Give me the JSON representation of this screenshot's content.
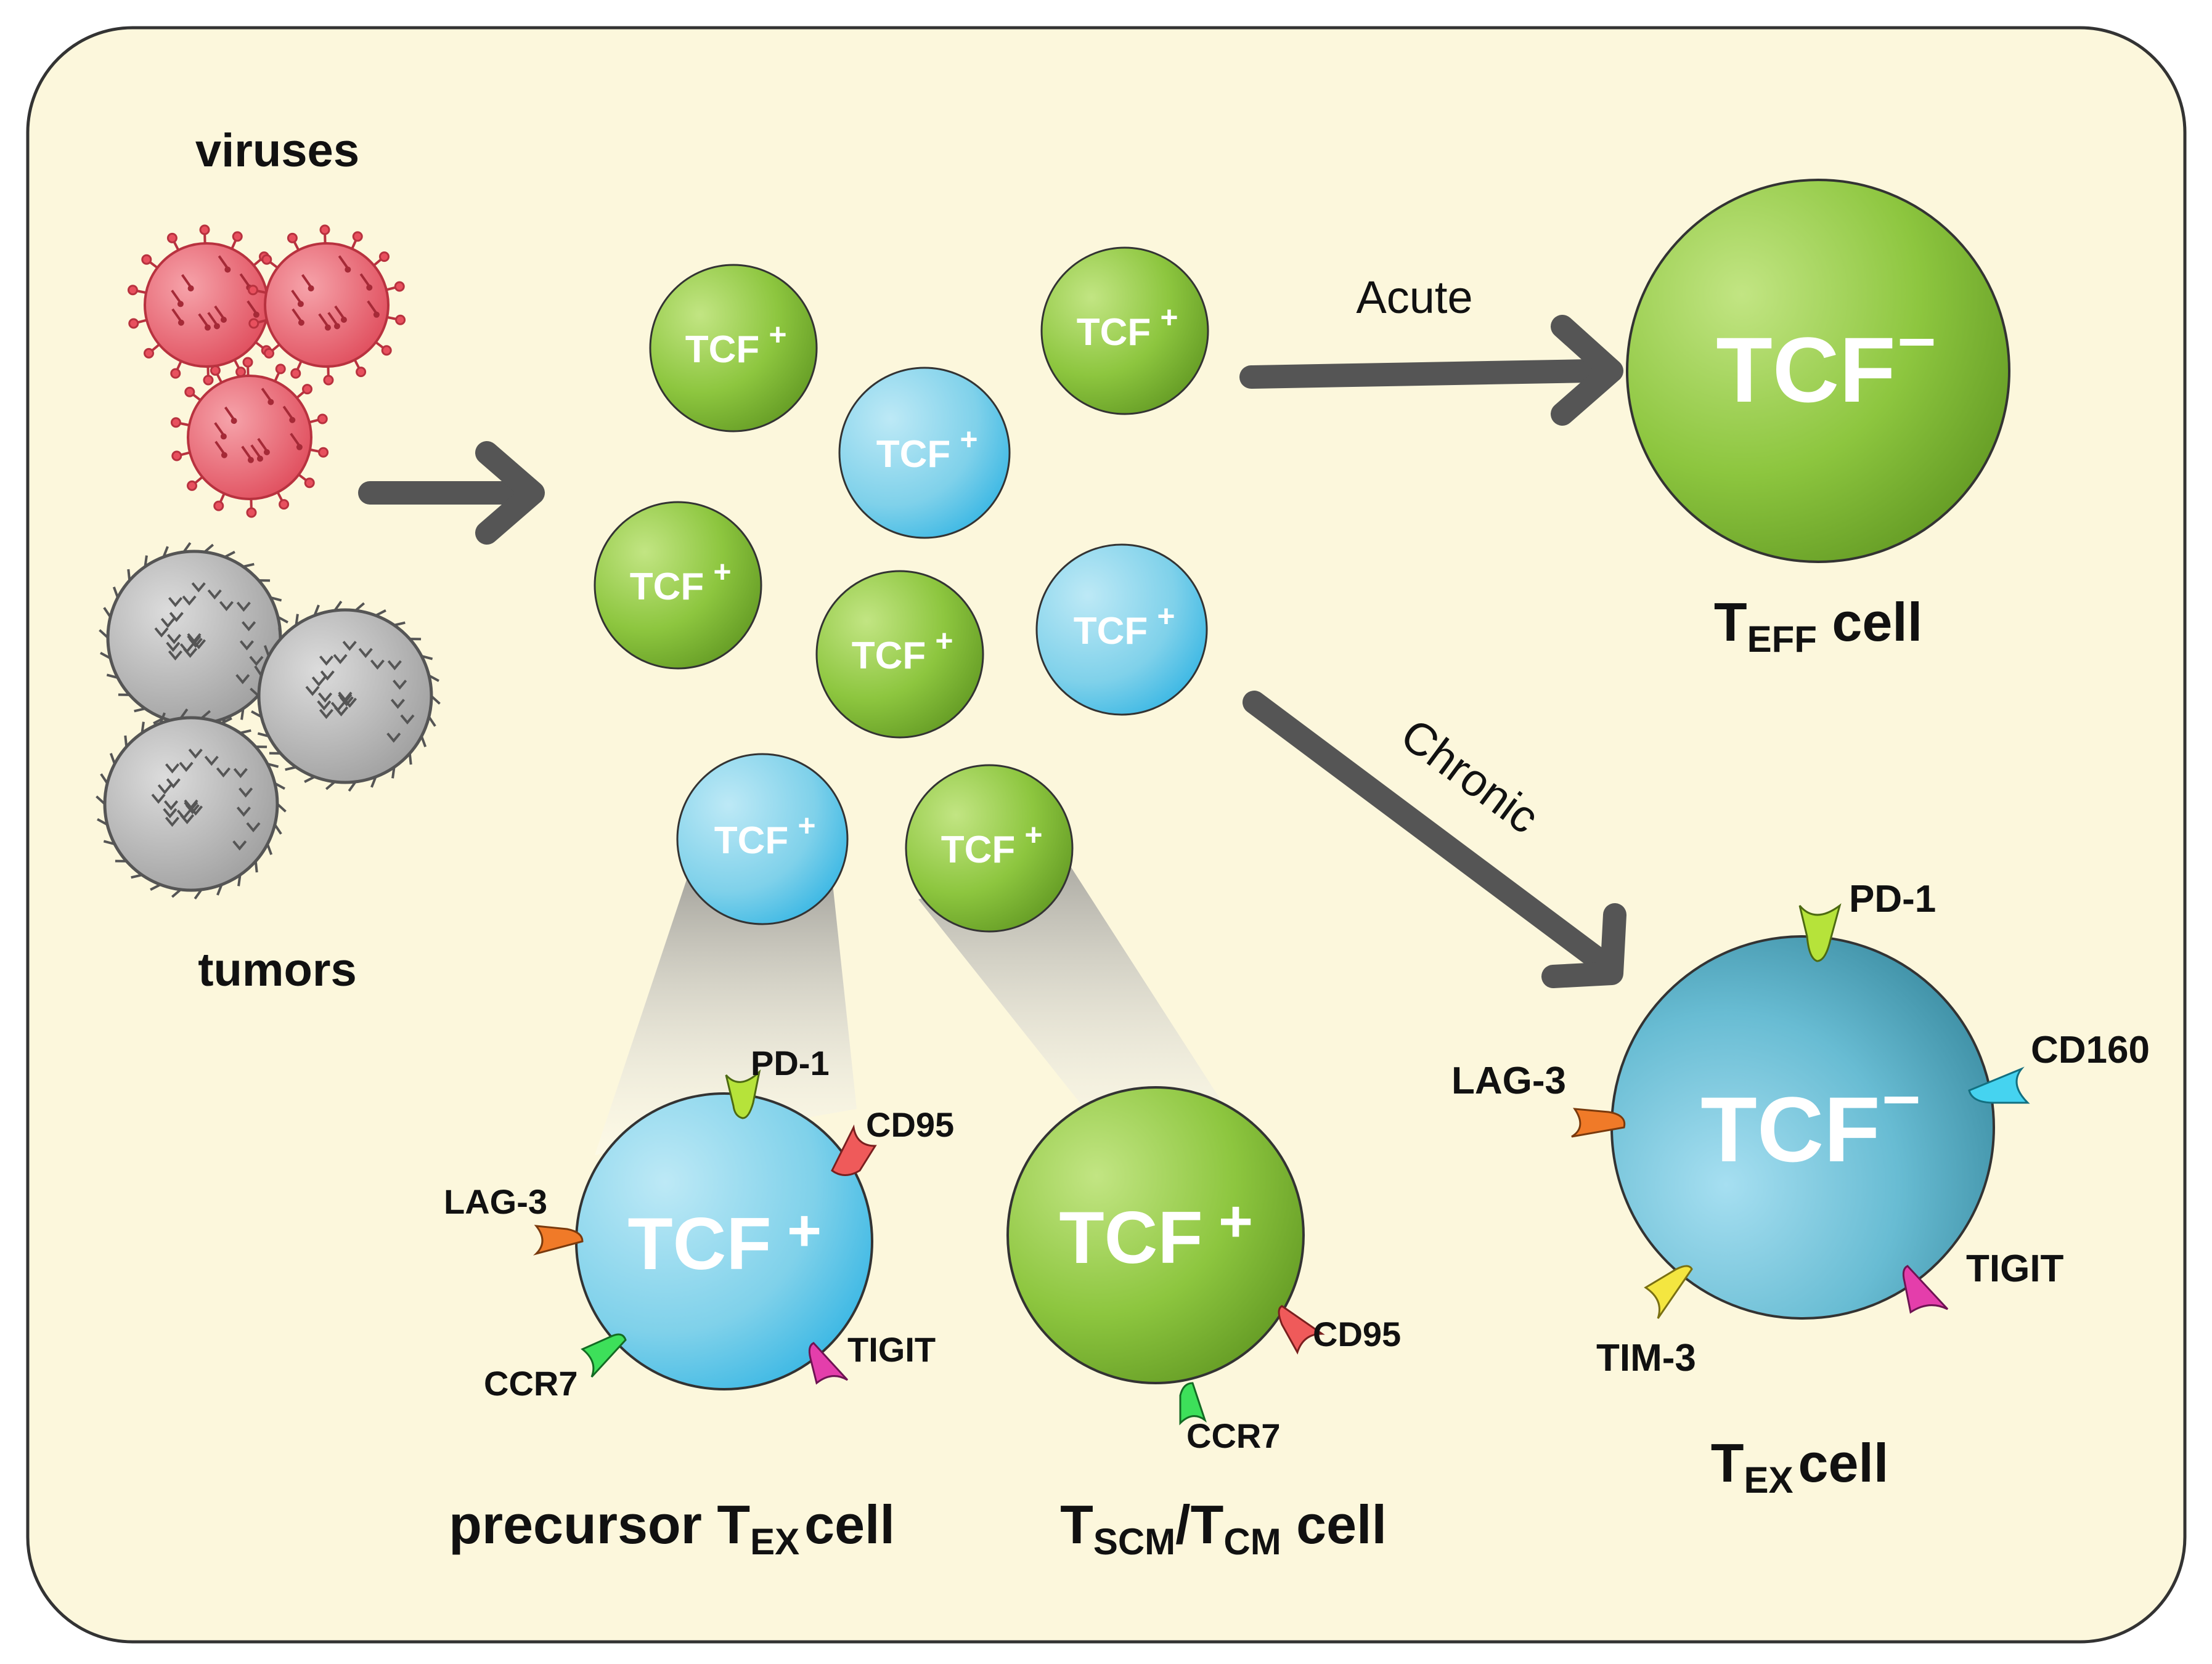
{
  "sources": {
    "viruses_label": "viruses",
    "tumors_label": "tumors"
  },
  "pool": {
    "marker": "TCF",
    "sign": "+"
  },
  "paths": {
    "acute_label": "Acute",
    "chronic_label": "Chronic"
  },
  "effector": {
    "marker": "TCF",
    "sign": "–",
    "name_main": "T",
    "name_sub": "EFF",
    "name_rest": " cell"
  },
  "exhausted": {
    "marker": "TCF",
    "sign": "–",
    "name_main": "T",
    "name_sub": "EX",
    "name_rest": "cell",
    "receptors": {
      "pd1": "PD-1",
      "lag3": "LAG-3",
      "cd160": "CD160",
      "tigit": "TIGIT",
      "tim3": "TIM-3"
    }
  },
  "precursor": {
    "marker": "TCF",
    "sign": "+",
    "name_pre": "precursor T",
    "name_sub": "EX",
    "name_rest": "cell",
    "receptors": {
      "pd1": "PD-1",
      "cd95": "CD95",
      "lag3": "LAG-3",
      "ccr7": "CCR7",
      "tigit": "TIGIT"
    }
  },
  "memory": {
    "marker": "TCF",
    "sign": "+",
    "name_main": "T",
    "name_sub1": "SCM",
    "name_mid": "/T",
    "name_sub2": "CM",
    "name_rest": " cell",
    "receptors": {
      "cd95": "CD95",
      "ccr7": "CCR7"
    }
  },
  "colors": {
    "background": "#fcf7dc",
    "border": "#333333",
    "green_cell": "#8dc63f",
    "blue_cell": "#5bc4e4",
    "dark_blue_cell": "#3f9bb3",
    "virus": "#e8505e",
    "tumor": "#b3b3b3",
    "arrow": "#555555"
  }
}
